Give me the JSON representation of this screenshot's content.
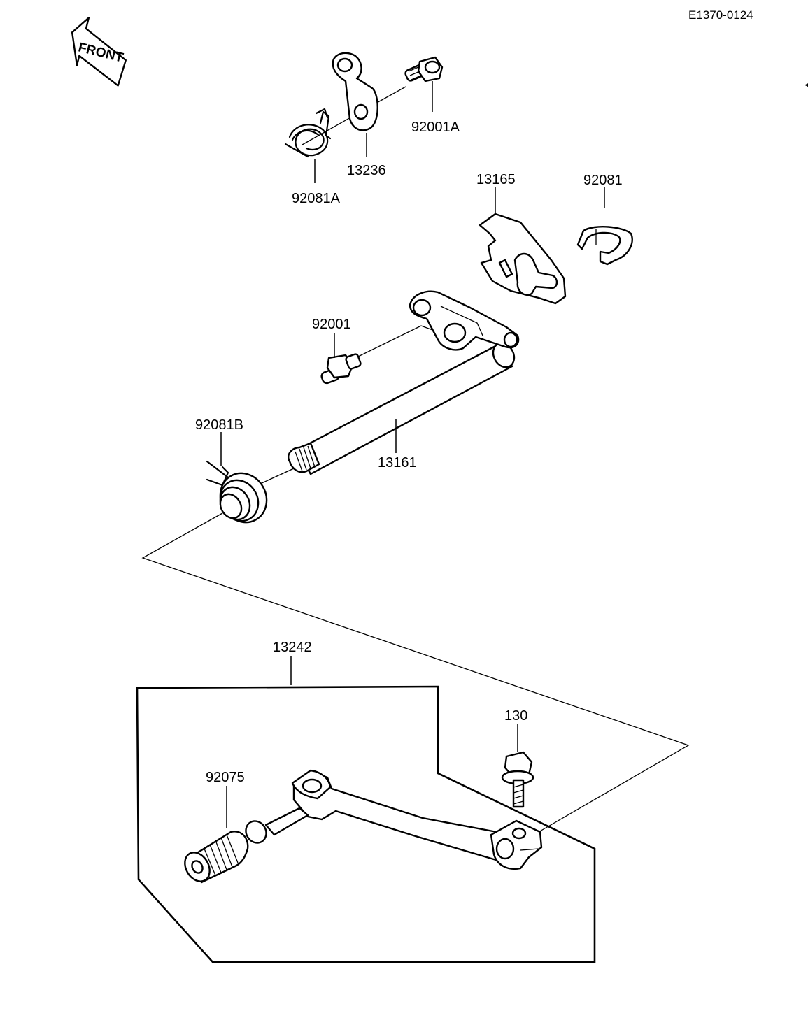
{
  "drawing_code": "E1370-0124",
  "direction": {
    "label": "FRONT",
    "icon": "front-direction-arrow-icon"
  },
  "parts": [
    {
      "key": "p92001A",
      "number": "92001A",
      "icon": "bolt-icon"
    },
    {
      "key": "p13236",
      "number": "13236",
      "icon": "lever-plate-icon"
    },
    {
      "key": "p92081A",
      "number": "92081A",
      "icon": "torsion-spring-icon"
    },
    {
      "key": "p13165",
      "number": "13165",
      "icon": "guide-plate-icon"
    },
    {
      "key": "p92081",
      "number": "92081",
      "icon": "spring-clip-icon"
    },
    {
      "key": "p92001",
      "number": "92001",
      "icon": "bolt-icon"
    },
    {
      "key": "p92081B",
      "number": "92081B",
      "icon": "torsion-spring-icon"
    },
    {
      "key": "p13161",
      "number": "13161",
      "icon": "shift-shaft-icon"
    },
    {
      "key": "p13242",
      "number": "13242",
      "icon": "shift-pedal-assembly-icon"
    },
    {
      "key": "p130",
      "number": "130",
      "icon": "flange-bolt-icon"
    },
    {
      "key": "p92075",
      "number": "92075",
      "icon": "pedal-rubber-icon"
    }
  ]
}
